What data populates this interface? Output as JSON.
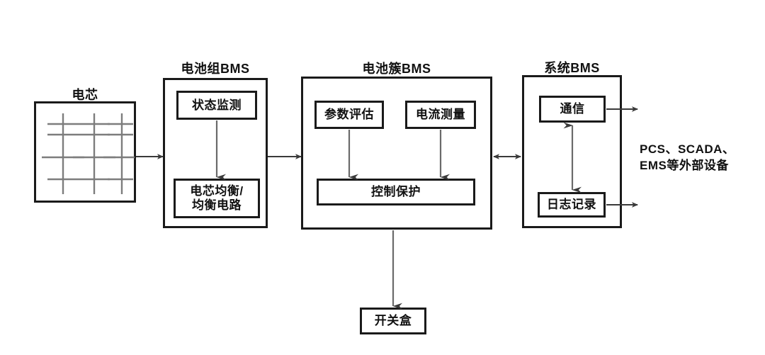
{
  "diagram": {
    "title": "Battery Management System hierarchy block diagram",
    "background_color": "#ffffff",
    "line_color": "#1a1a1a",
    "connector_color": "#3a3a3a",
    "cell_symbol_color": "#7d7d7d"
  },
  "cells_block": {
    "title": "电芯",
    "symbol_grid": {
      "columns": 3,
      "rows": 3
    }
  },
  "pack_bms": {
    "title": "电池组BMS",
    "blocks": [
      {
        "label": "状态监测"
      },
      {
        "label": "电芯均衡/\n均衡电路",
        "line1": "电芯均衡/",
        "line2": "均衡电路"
      }
    ]
  },
  "cluster_bms": {
    "title": "电池簇BMS",
    "blocks": [
      {
        "label": "参数评估"
      },
      {
        "label": "电流测量"
      },
      {
        "label": "控制保护"
      }
    ]
  },
  "system_bms": {
    "title": "系统BMS",
    "blocks": [
      {
        "label": "通信"
      },
      {
        "label": "日志记录"
      }
    ]
  },
  "switch_box": {
    "label": "开关盒"
  },
  "external_devices": {
    "line1": "PCS、SCADA、",
    "line2": "EMS等外部设备"
  },
  "connectors": [
    {
      "name": "cells-to-pack-bms",
      "type": "arrow-right"
    },
    {
      "name": "pack-bms-to-cluster-bms",
      "type": "arrow-right"
    },
    {
      "name": "cluster-bms-to-system-bms",
      "type": "arrow-bidirectional"
    },
    {
      "name": "status-monitor-to-cell-balancing",
      "type": "arrow-down"
    },
    {
      "name": "param-eval-to-control-protect",
      "type": "arrow-down"
    },
    {
      "name": "current-measure-to-control-protect",
      "type": "arrow-down"
    },
    {
      "name": "cluster-bms-to-switch-box",
      "type": "arrow-down"
    },
    {
      "name": "communication-to-log-record",
      "type": "arrow-bidirectional-vertical"
    },
    {
      "name": "communication-to-external",
      "type": "arrow-right"
    },
    {
      "name": "log-record-to-external",
      "type": "arrow-right"
    }
  ]
}
